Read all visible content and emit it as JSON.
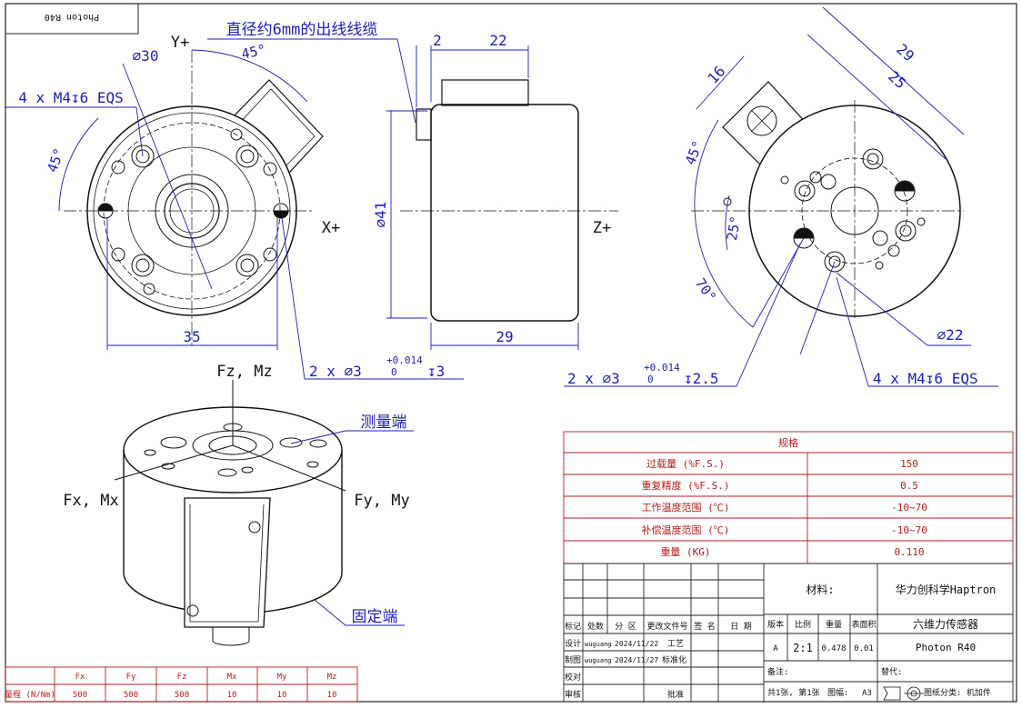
{
  "drawing": {
    "frame_label": "Photon R40",
    "front_view": {
      "cable_note": "直径约6mm的出线线缆",
      "y_axis": "Y+",
      "x_axis": "X+",
      "dia_30": "∅30",
      "angle_45_top": "45°",
      "angle_45_left": "45°",
      "thread_note": "4 x M4↧6 EQS",
      "width_35": "35",
      "pin_note": "2 x ∅3",
      "pin_tol_up": "+0.014",
      "pin_tol_low": "0",
      "pin_depth": "↧3"
    },
    "side_view": {
      "dim_2": "2",
      "dim_22": "22",
      "dia_41": "∅41",
      "dim_29": "29",
      "z_axis": "Z+"
    },
    "back_view": {
      "dim_16": "16",
      "dim_29": "29",
      "dim_25": "25",
      "angle_45": "45°",
      "angle_25": "25°",
      "angle_70": "70°",
      "dia_22": "∅22",
      "pin_note": "2 x ∅3",
      "pin_tol_up": "+0.014",
      "pin_tol_low": "0",
      "pin_depth": "↧2.5",
      "thread_note": "4 x M4↧6 EQS"
    },
    "iso_view": {
      "fz_mz": "Fz, Mz",
      "fx_mx": "Fx, Mx",
      "fy_my": "Fy, My",
      "measure_end": "测量端",
      "fixed_end": "固定端"
    }
  },
  "range_table": {
    "headers": [
      "Fx",
      "Fy",
      "Fz",
      "Mx",
      "My",
      "Mz"
    ],
    "row_label": "量程 (N/Nm)",
    "values": [
      "500",
      "500",
      "500",
      "10",
      "10",
      "10"
    ]
  },
  "spec_table": {
    "title": "规格",
    "rows": [
      {
        "label": "过载量 (%F.S.)",
        "value": "150"
      },
      {
        "label": "重复精度 (%F.S.)",
        "value": "0.5"
      },
      {
        "label": "工作温度范围 (℃)",
        "value": "-10~70"
      },
      {
        "label": "补偿温度范围 (℃)",
        "value": "-10~70"
      },
      {
        "label": "重量 (KG)",
        "value": "0.110"
      }
    ]
  },
  "title_block": {
    "material_label": "材料:",
    "company": "华力创科学Haptron",
    "product": "六维力传感器",
    "model": "Photon R40",
    "header_cells": [
      "标记",
      "处数",
      "分 区",
      "更改文件号",
      "签 名",
      "日 期"
    ],
    "design_row": {
      "label": "设计",
      "name": "wuguang",
      "date": "2024/11/22",
      "role": "工艺"
    },
    "draw_row": {
      "label": "制图",
      "name": "wuguang",
      "date": "2024/11/27",
      "role": "标准化"
    },
    "check_label": "校对",
    "review_label": "审核",
    "approve_label": "批准",
    "version_labels": [
      "版本",
      "比例",
      "重量",
      "表面积"
    ],
    "version_values": [
      "A",
      "2:1",
      "0.478",
      "0.01"
    ],
    "remarks_label": "备注:",
    "replace_label": "替代:",
    "sheet_info": "共1张, 第1张",
    "paper_label": "图幅:",
    "paper_value": "A3",
    "category": "图纸分类: 机加件"
  }
}
